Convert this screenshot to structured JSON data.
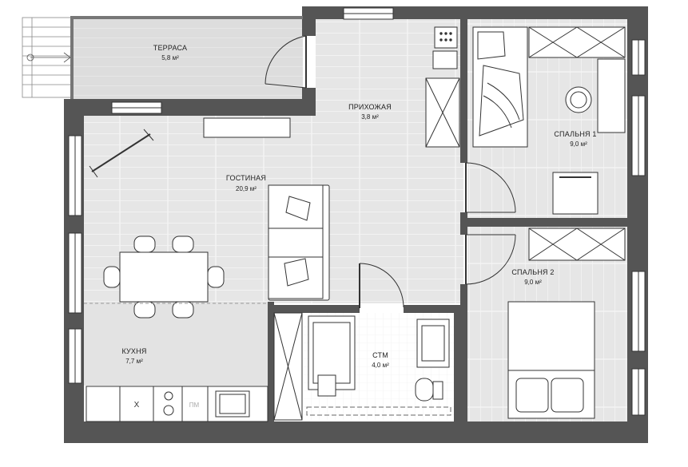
{
  "rooms": {
    "terrace": {
      "name": "ТЕРРАСА",
      "area": "5,8 м²"
    },
    "hall": {
      "name": "ПРИХОЖАЯ",
      "area": "3,8 м²"
    },
    "living": {
      "name": "ГОСТИНАЯ",
      "area": "20,9 м²"
    },
    "bedroom1": {
      "name": "СПАЛЬНЯ 1",
      "area": "9,0 м²"
    },
    "bedroom2": {
      "name": "СПАЛЬНЯ 2",
      "area": "9,0 м²"
    },
    "kitchen": {
      "name": "КУХНЯ",
      "area": "7,7 м²"
    },
    "bath": {
      "name": "СТМ",
      "area": "4,0 м²"
    }
  },
  "appliances": {
    "sink_mark": "X",
    "dishwasher": "ПМ"
  },
  "colors": {
    "wall": "#555555",
    "floor_grey": "#e3e3e3",
    "terrace_floor": "#dcdcdc",
    "line": "#333333"
  }
}
